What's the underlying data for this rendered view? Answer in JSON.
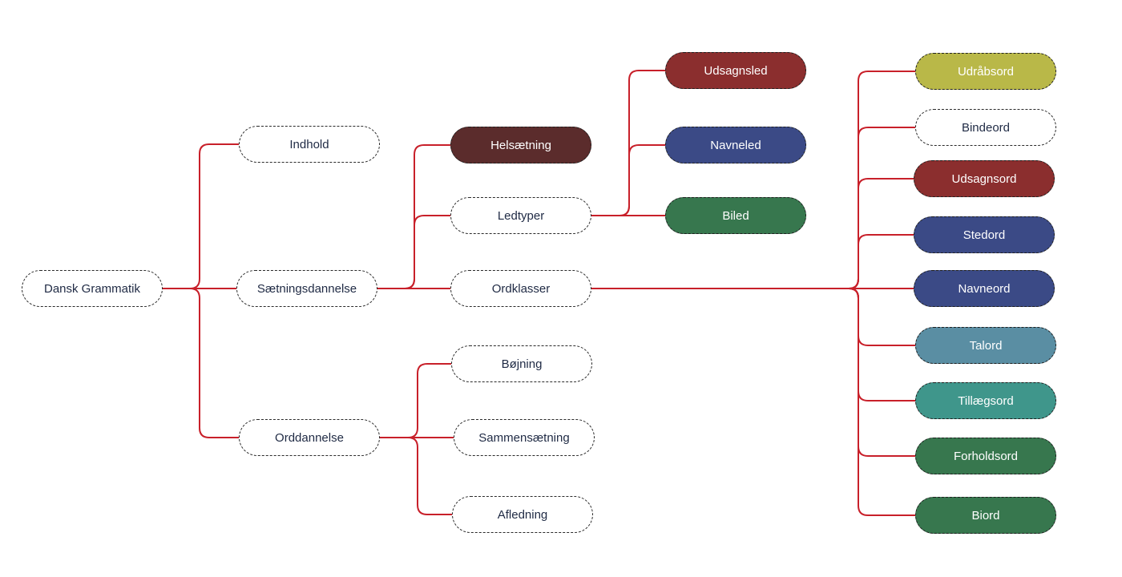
{
  "diagram": {
    "connector_color": "#c8202a",
    "default_fill": "#ffffff",
    "default_text_color": "#1f2a44",
    "filled_text_color": "#ffffff",
    "nodes": [
      {
        "id": "root",
        "label": "Dansk Grammatik",
        "fill": null
      },
      {
        "id": "indhold",
        "label": "Indhold",
        "fill": null
      },
      {
        "id": "saetningsdannelse",
        "label": "Sætningsdannelse",
        "fill": null
      },
      {
        "id": "orddannelse",
        "label": "Orddannelse",
        "fill": null
      },
      {
        "id": "helsaetning",
        "label": "Helsætning",
        "fill": "#5b2c2c"
      },
      {
        "id": "ledtyper",
        "label": "Ledtyper",
        "fill": null
      },
      {
        "id": "ordklasser",
        "label": "Ordklasser",
        "fill": null
      },
      {
        "id": "bojning",
        "label": "Bøjning",
        "fill": null
      },
      {
        "id": "sammensaetning",
        "label": "Sammensætning",
        "fill": null
      },
      {
        "id": "afledning",
        "label": "Afledning",
        "fill": null
      },
      {
        "id": "udsagnsled",
        "label": "Udsagnsled",
        "fill": "#8b2e2e"
      },
      {
        "id": "navneled",
        "label": "Navneled",
        "fill": "#3b4a86"
      },
      {
        "id": "biled",
        "label": "Biled",
        "fill": "#37774e"
      },
      {
        "id": "udraabsord",
        "label": "Udråbsord",
        "fill": "#b9b848"
      },
      {
        "id": "bindeord",
        "label": "Bindeord",
        "fill": null
      },
      {
        "id": "udsagnsord",
        "label": "Udsagnsord",
        "fill": "#8b2e2e"
      },
      {
        "id": "stedord",
        "label": "Stedord",
        "fill": "#3b4a86"
      },
      {
        "id": "navneord",
        "label": "Navneord",
        "fill": "#3b4a86"
      },
      {
        "id": "talord",
        "label": "Talord",
        "fill": "#5a8ea3"
      },
      {
        "id": "tillaegsord",
        "label": "Tillægsord",
        "fill": "#3f968b"
      },
      {
        "id": "forholdsord",
        "label": "Forholdsord",
        "fill": "#37774e"
      },
      {
        "id": "biord",
        "label": "Biord",
        "fill": "#37774e"
      }
    ],
    "edges": [
      [
        "root",
        "indhold"
      ],
      [
        "root",
        "saetningsdannelse"
      ],
      [
        "root",
        "orddannelse"
      ],
      [
        "saetningsdannelse",
        "helsaetning"
      ],
      [
        "saetningsdannelse",
        "ledtyper"
      ],
      [
        "saetningsdannelse",
        "ordklasser"
      ],
      [
        "orddannelse",
        "bojning"
      ],
      [
        "orddannelse",
        "sammensaetning"
      ],
      [
        "orddannelse",
        "afledning"
      ],
      [
        "ledtyper",
        "udsagnsled"
      ],
      [
        "ledtyper",
        "navneled"
      ],
      [
        "ledtyper",
        "biled"
      ],
      [
        "ordklasser",
        "udraabsord"
      ],
      [
        "ordklasser",
        "bindeord"
      ],
      [
        "ordklasser",
        "udsagnsord"
      ],
      [
        "ordklasser",
        "stedord"
      ],
      [
        "ordklasser",
        "navneord"
      ],
      [
        "ordklasser",
        "talord"
      ],
      [
        "ordklasser",
        "tillaegsord"
      ],
      [
        "ordklasser",
        "forholdsord"
      ],
      [
        "ordklasser",
        "biord"
      ]
    ]
  }
}
